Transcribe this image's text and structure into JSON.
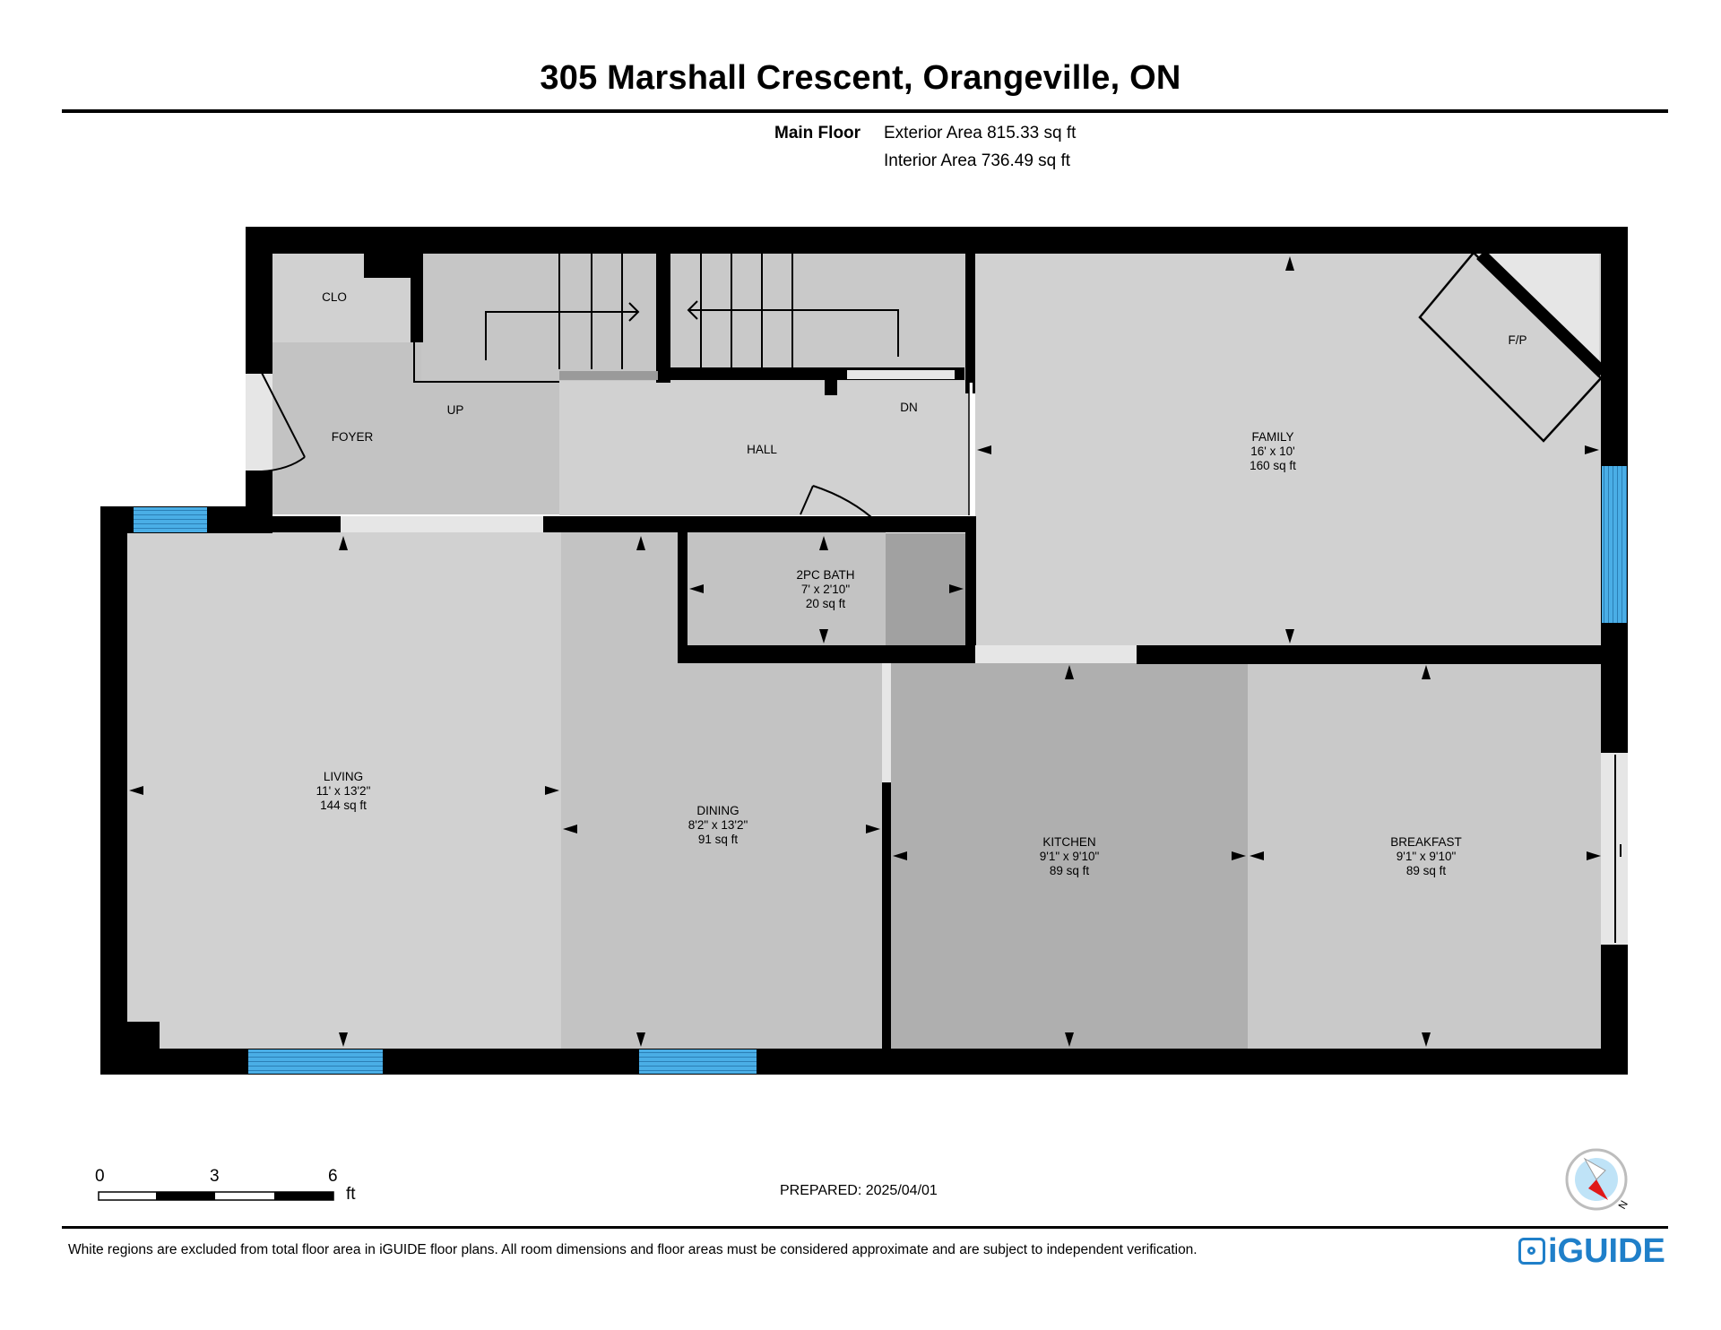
{
  "title": "305 Marshall Crescent, Orangeville, ON",
  "floor": {
    "name": "Main Floor",
    "exterior_area": "Exterior Area 815.33 sq ft",
    "interior_area": "Interior Area 736.49 sq ft"
  },
  "rooms": [
    {
      "id": "clo",
      "name": "CLO"
    },
    {
      "id": "foyer",
      "name": "FOYER"
    },
    {
      "id": "up",
      "name": "UP"
    },
    {
      "id": "hall",
      "name": "HALL"
    },
    {
      "id": "dn",
      "name": "DN"
    },
    {
      "id": "fp",
      "name": "F/P"
    },
    {
      "id": "family",
      "name": "FAMILY",
      "dims": "16' x 10'",
      "area": "160 sq ft"
    },
    {
      "id": "bath",
      "name": "2PC BATH",
      "dims": "7' x 2'10\"",
      "area": "20 sq ft"
    },
    {
      "id": "living",
      "name": "LIVING",
      "dims": "11' x 13'2\"",
      "area": "144 sq ft"
    },
    {
      "id": "dining",
      "name": "DINING",
      "dims": "8'2\" x 13'2\"",
      "area": "91 sq ft"
    },
    {
      "id": "kitchen",
      "name": "KITCHEN",
      "dims": "9'1\" x 9'10\"",
      "area": "89 sq ft"
    },
    {
      "id": "breakfast",
      "name": "BREAKFAST",
      "dims": "9'1\" x 9'10\"",
      "area": "89 sq ft"
    }
  ],
  "scale": {
    "ticks": [
      "0",
      "3",
      "6"
    ],
    "unit": "ft"
  },
  "compass": {
    "label": "N"
  },
  "prepared": "PREPARED: 2025/04/01",
  "footnote": "White regions are excluded from total floor area in iGUIDE floor plans. All room dimensions and floor areas must be considered approximate and are subject to independent verification.",
  "logo": "iGUIDE",
  "colors": {
    "wall": "#000000",
    "window": "#4aaee6",
    "logo": "#1f7fc9"
  }
}
